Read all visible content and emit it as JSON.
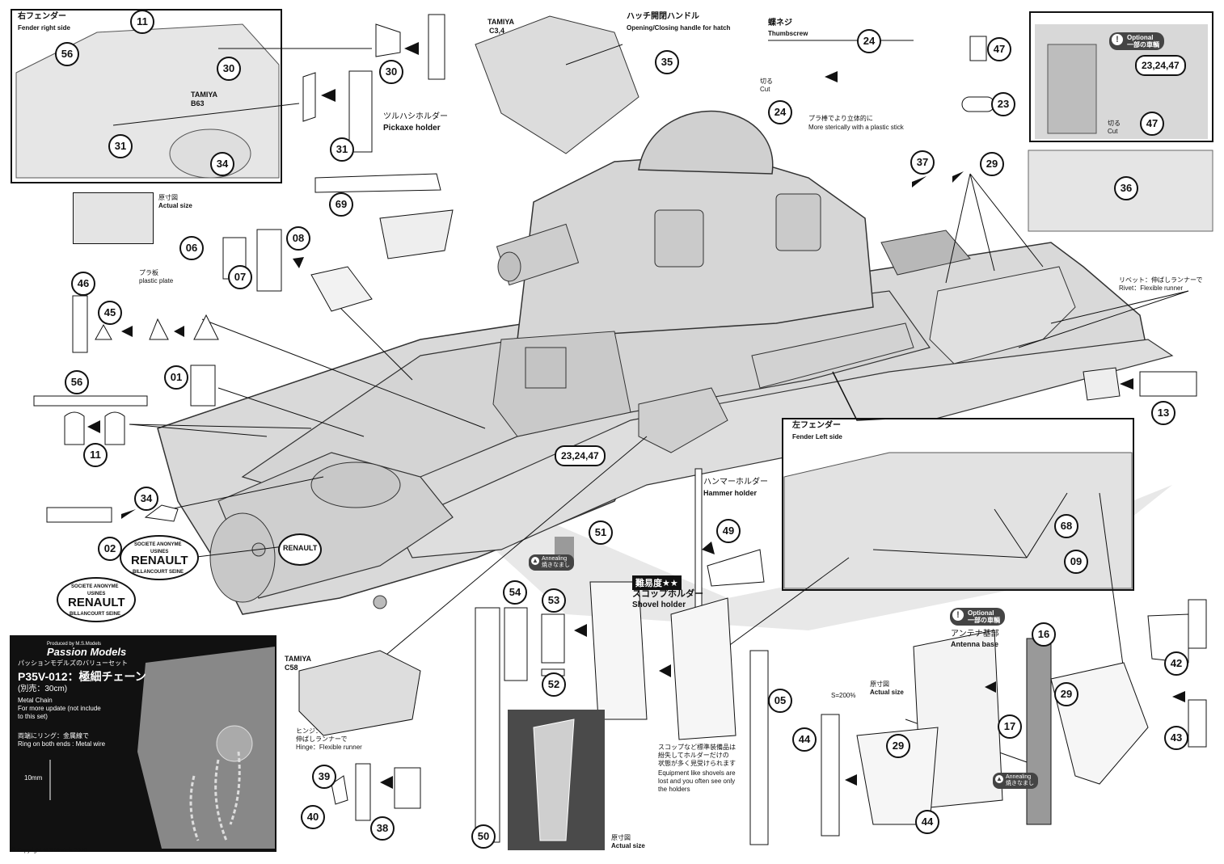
{
  "labels": {
    "fender_right_jp": "右フェンダー",
    "fender_right_en": "Fender right side",
    "tamiya_b63_a": "TAMIYA",
    "tamiya_b63_b": "B63",
    "tamiya_c34_a": "TAMIYA",
    "tamiya_c34_b": "C3,4",
    "hatch_handle_jp": "ハッチ開閉ハンドル",
    "hatch_handle_en": "Opening/Closing handle for hatch",
    "thumbscrew_jp": "蝶ネジ",
    "thumbscrew_en": "Thumbscrew",
    "cut_jp": "切る",
    "cut_en": "Cut",
    "plastic_stick_jp": "プラ棒でより立体的に",
    "plastic_stick_en": "More sterically with a plastic stick",
    "optional_en": "Optional",
    "optional_jp": "一部の車輌",
    "pickaxe_jp": "ツルハシホルダー",
    "pickaxe_en": "Pickaxe holder",
    "actual_jp": "原寸図",
    "actual_en": "Actual size",
    "plastic_plate_jp": "プラ板",
    "plastic_plate_en": "plastic plate",
    "rivet_jp": "リベット：伸ばしランナーで",
    "rivet_en": "Rivet：Flexible runner",
    "fender_left_jp": "左フェンダー",
    "fender_left_en": "Fender Left side",
    "hammer_jp": "ハンマーホルダー",
    "hammer_en": "Hammer holder",
    "annealing_en": "Annealing",
    "annealing_jp": "焼きなまし",
    "difficulty": "難易度★★",
    "shovel_jp": "スコップホルダー",
    "shovel_en": "Shovel holder",
    "antenna_jp": "アンテナ基部",
    "antenna_en": "Antenna base",
    "s200": "S=200%",
    "tamiya_c58_a": "TAMIYA",
    "tamiya_c58_b": "C58",
    "hinge_jp1": "ヒンジ：",
    "hinge_jp2": "伸ばしランナーで",
    "hinge_en": "Hinge：Flexible runner",
    "shovel_note_jp1": "スコップなど標準装備品は",
    "shovel_note_jp2": "紛失してホルダーだけの",
    "shovel_note_jp3": "状態が多く見受けられます",
    "shovel_note_en1": "Equipment like shovels are",
    "shovel_note_en2": "lost and you often see only",
    "shovel_note_en3": "the holders",
    "renault_top": "SOCIETE ANONYME",
    "renault_usines": "USINES",
    "renault_name": "RENAULT",
    "renault_bottom": "BILLANCOURT SEINE",
    "chain_produced": "Produced by M.S.Models",
    "chain_brand": "Passion Models",
    "chain_series": "パッションモデルズのバリューセット",
    "chain_title": "P35V-012：極細チェーン",
    "chain_sub": "(別売：30cm)",
    "chain_en1": "Metal Chain",
    "chain_en2": "For more update (not include",
    "chain_en3": "to this set)",
    "ring_jp": "両端にリング：金属線で",
    "ring_en": "Ring on both ends : Metal wire",
    "chain_10mm": "10mm",
    "copyright": "© Copyright M.S Models 2020"
  },
  "parts": {
    "p56a": "56",
    "p11a": "11",
    "p30a": "30",
    "p31a": "31",
    "p34a": "34",
    "p30b": "30",
    "p31b": "31",
    "p35": "35",
    "p24a": "24",
    "p24b": "24",
    "p47a": "47",
    "p23": "23",
    "p47b": "47",
    "p69": "69",
    "p37": "37",
    "p29a": "29",
    "p36": "36",
    "p06": "06",
    "p07": "07",
    "p08": "08",
    "p46": "46",
    "p45": "45",
    "p01": "01",
    "p56b": "56",
    "p11b": "11",
    "p13": "13",
    "p34b": "34",
    "p02": "02",
    "p51": "51",
    "p49": "49",
    "p68": "68",
    "p09": "09",
    "p54": "54",
    "p53": "53",
    "p52": "52",
    "p05": "05",
    "p16": "16",
    "p42": "42",
    "p29b": "29",
    "p29c": "29",
    "p17": "17",
    "p44a": "44",
    "p44b": "44",
    "p43": "43",
    "p39": "39",
    "p40": "40",
    "p38": "38",
    "p50": "50",
    "group_a": "23,24,47",
    "group_b": "23,24,47"
  }
}
